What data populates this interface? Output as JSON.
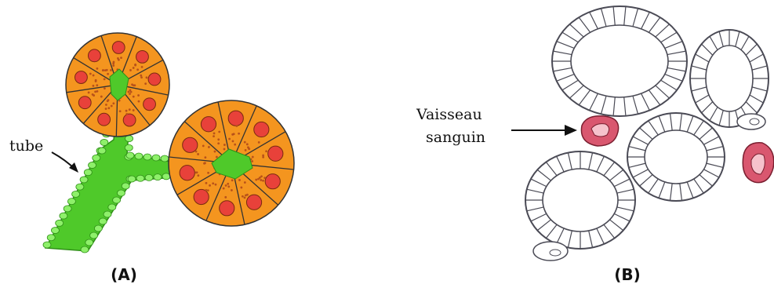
{
  "panel_a": {
    "label": "(A)",
    "tube_label": "tube",
    "colors": {
      "acinus_fill": "#f4951f",
      "nucleus": "#e8413a",
      "duct_fill": "#4fc92a",
      "duct_cell": "#8ef06a",
      "granule": "#b8521a"
    }
  },
  "panel_b": {
    "label": "(B)",
    "vessel_label_line1": "Vaisseau",
    "vessel_label_line2": "sanguin",
    "colors": {
      "vessel_fill": "#d9576f",
      "vessel_inner": "#f6c2cc",
      "outline": "#4a4a55"
    }
  }
}
